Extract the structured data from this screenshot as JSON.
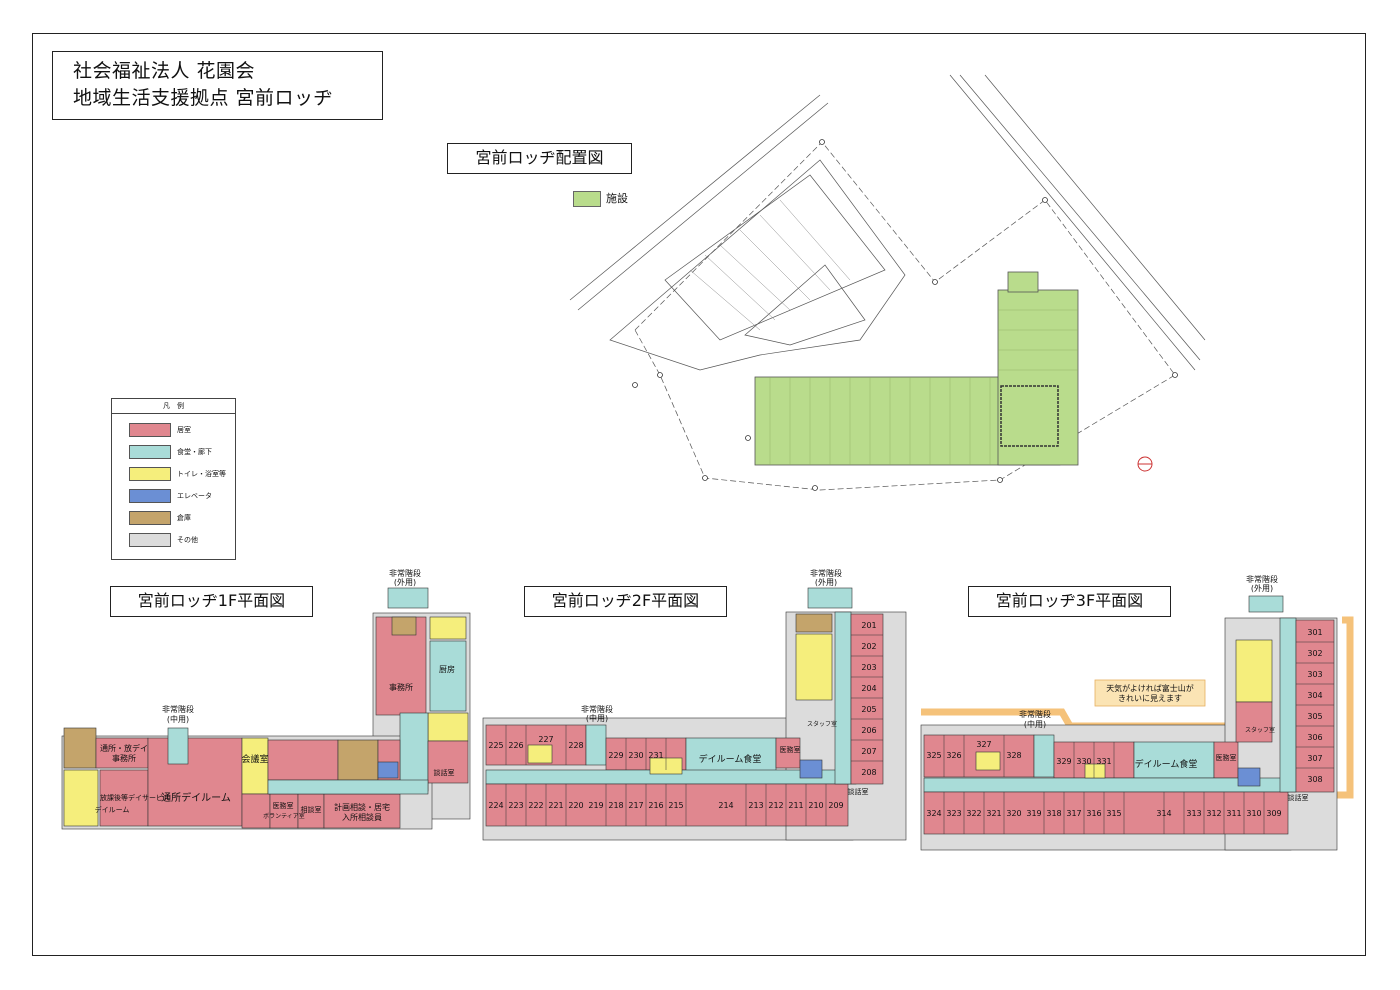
{
  "header": {
    "line1": "社会福祉法人 花園会",
    "line2": "地域生活支援拠点 宮前ロッヂ"
  },
  "site_plan": {
    "title": "宮前ロッヂ配置図",
    "legend_label": "施設",
    "legend_color": "#b9dc8c"
  },
  "legend": {
    "title": "凡　例",
    "items": [
      {
        "label": "居室",
        "color": "#e0878f"
      },
      {
        "label": "食堂・廊下",
        "color": "#a9dcd8"
      },
      {
        "label": "トイレ・浴室等",
        "color": "#f5ee7c"
      },
      {
        "label": "エレベータ",
        "color": "#6b8fd4"
      },
      {
        "label": "倉庫",
        "color": "#c4a46b"
      },
      {
        "label": "その他",
        "color": "#dcdcdc"
      }
    ]
  },
  "floor1": {
    "title": "宮前ロッヂ1F平面図",
    "stair_top": "非常階段",
    "stair_top_sub": "(外用)",
    "stair_mid": "非常階段",
    "stair_mid_sub": "(中用)",
    "rooms": {
      "office_day": "通所・放デイ",
      "office_day2": "事務所",
      "after_school": "放課後等デイサービス",
      "dayroom": "デイルーム",
      "kayoi_dayroom": "通所デイルーム",
      "meeting": "会議室",
      "office": "事務所",
      "kitchen": "厨房",
      "station": "医務室",
      "volunteer": "ボランティア室",
      "consult": "相談室",
      "plan": "計画相談・居宅",
      "entry": "入所相談員",
      "talk": "談話室"
    }
  },
  "floor2": {
    "title": "宮前ロッヂ2F平面図",
    "stair_top": "非常階段",
    "stair_top_sub": "(外用)",
    "stair_mid": "非常階段",
    "stair_mid_sub": "(中用)",
    "dining": "デイルーム食堂",
    "medical": "医務室",
    "talk": "談話室",
    "staff": "スタッフ室",
    "rooms_right": [
      "201",
      "202",
      "203",
      "204",
      "205",
      "206",
      "207",
      "208"
    ],
    "rooms_bottom": [
      "209",
      "210",
      "211",
      "212",
      "213",
      "214",
      "215",
      "216",
      "217",
      "218",
      "219"
    ],
    "rooms_left_bottom": [
      "220",
      "221",
      "222",
      "223",
      "224"
    ],
    "rooms_top": [
      "225",
      "226",
      "227",
      "228",
      "229",
      "230",
      "231"
    ]
  },
  "floor3": {
    "title": "宮前ロッヂ3F平面図",
    "stair_top": "非常階段",
    "stair_top_sub": "(外用)",
    "stair_mid": "非常階段",
    "stair_mid_sub": "(中用)",
    "dining": "デイルーム食堂",
    "medical": "医務室",
    "talk": "談話室",
    "staff": "スタッフ室",
    "note_line1": "天気がよければ富士山が",
    "note_line2": "きれいに見えます",
    "rooms_right": [
      "301",
      "302",
      "303",
      "304",
      "305",
      "306",
      "307",
      "308"
    ],
    "rooms_bottom": [
      "309",
      "310",
      "311",
      "312",
      "313",
      "314",
      "315",
      "316",
      "317",
      "318",
      "319"
    ],
    "rooms_left_bottom": [
      "320",
      "321",
      "322",
      "323",
      "324"
    ],
    "rooms_top": [
      "325",
      "326",
      "327",
      "328",
      "329",
      "330",
      "331"
    ]
  }
}
